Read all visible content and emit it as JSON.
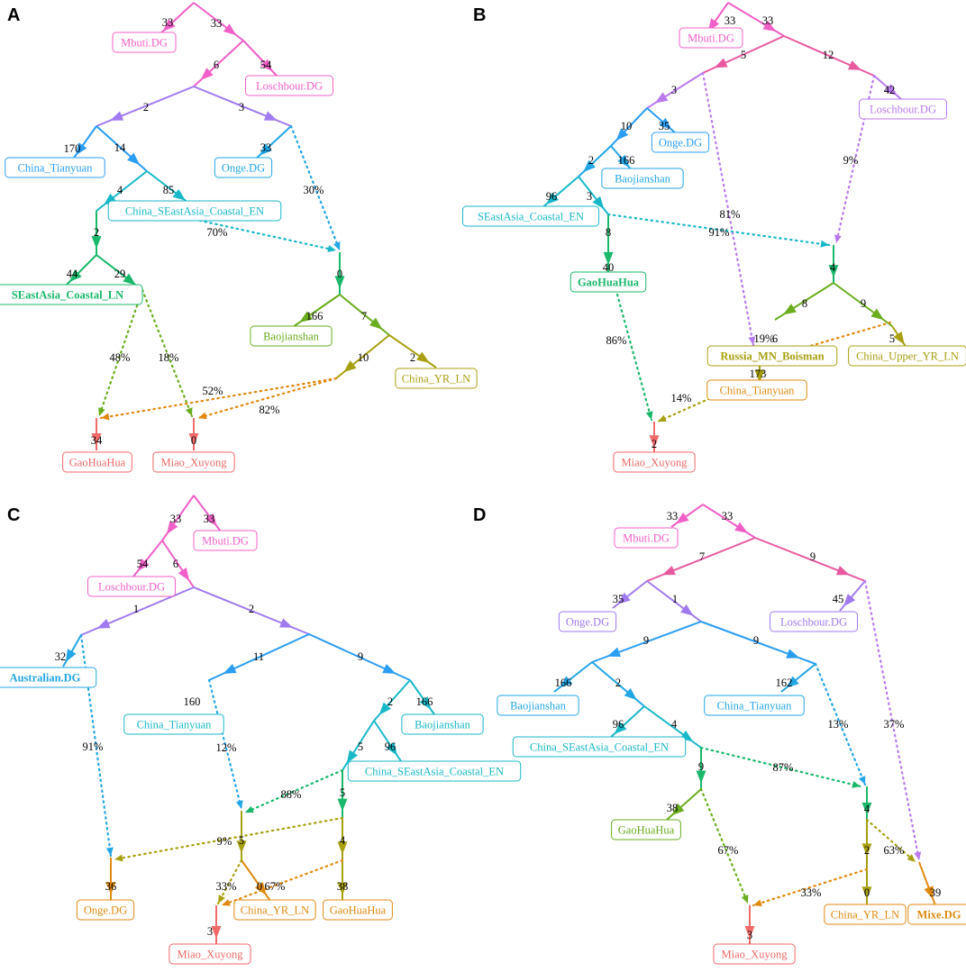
{
  "panel_labels": {
    "a": "A",
    "b": "B",
    "c": "C",
    "d": "D"
  },
  "colors": {
    "pink": "#f060c8",
    "magenta": "#e85aa0",
    "violet": "#a07af0",
    "purple": "#b97af0",
    "blue": "#2a9df4",
    "sky": "#22a6e6",
    "teal": "#18b8c8",
    "cyan": "#1ec0c0",
    "green": "#1ab86a",
    "lime": "#6aad1e",
    "olive": "#a8a010",
    "orange": "#e08a10",
    "red": "#f06a6a"
  },
  "nodes": {
    "a_mbuti": "Mbuti.DG",
    "a_loschbour": "Loschbour.DG",
    "a_tianyuan": "China_Tianyuan",
    "a_onge": "Onge.DG",
    "a_sea_en": "China_SEastAsia_Coastal_EN",
    "a_sea_ln": "SEastAsia_Coastal_LN",
    "a_baojianshan": "Baojianshan",
    "a_yr_ln": "China_YR_LN",
    "a_gaohuahua": "GaoHuaHua",
    "a_miao": "Miao_Xuyong",
    "b_mbuti": "Mbuti.DG",
    "b_loschbour": "Loschbour.DG",
    "b_onge": "Onge.DG",
    "b_baojianshan": "Baojianshan",
    "b_sea_en": "SEastAsia_Coastal_EN",
    "b_gaohuahua": "GaoHuaHua",
    "b_boisman": "Russia_MN_Boisman",
    "b_upper_yr": "China_Upper_YR_LN",
    "b_tianyuan": "China_Tianyuan",
    "b_miao": "Miao_Xuyong",
    "c_loschbour": "Loschbour.DG",
    "c_mbuti": "Mbuti.DG",
    "c_australian": "Australian.DG",
    "c_tianyuan": "China_Tianyuan",
    "c_baojianshan": "Baojianshan",
    "c_sea_en": "China_SEastAsia_Coastal_EN",
    "c_onge": "Onge.DG",
    "c_yr_ln": "China_YR_LN",
    "c_gaohuahua": "GaoHuaHua",
    "c_miao": "Miao_Xuyong",
    "d_mbuti": "Mbuti.DG",
    "d_onge": "Onge.DG",
    "d_loschbour": "Loschbour.DG",
    "d_baojianshan": "Baojianshan",
    "d_tianyuan": "China_Tianyuan",
    "d_sea_en": "China_SEastAsia_Coastal_EN",
    "d_gaohuahua": "GaoHuaHua",
    "d_yr_ln": "China_YR_LN",
    "d_mixe": "Mixe.DG",
    "d_miao": "Miao_Xuyong"
  },
  "edge_labels": {
    "a1": "33",
    "a2": "33",
    "a3": "6",
    "a4": "54",
    "a5": "2",
    "a6": "3",
    "a7": "170",
    "a8": "14",
    "a9": "33",
    "a10": "4",
    "a11": "85",
    "a12": "2",
    "a13": "44",
    "a14": "29",
    "a15": "0",
    "a16": "166",
    "a17": "7",
    "a18": "10",
    "a19": "2",
    "a20": "34",
    "a21": "0",
    "a22": "30%",
    "a23": "70%",
    "a24": "48%",
    "a25": "18%",
    "a26": "52%",
    "a27": "82%",
    "b1": "33",
    "b2": "33",
    "b3": "5",
    "b4": "12",
    "b5": "42",
    "b6": "3",
    "b7": "10",
    "b8": "35",
    "b9": "2",
    "b10": "166",
    "b11": "96",
    "b12": "3",
    "b13": "8",
    "b14": "40",
    "b15": "4",
    "b16": "8",
    "b17": "9",
    "b18": "5",
    "b19": "19%",
    "b20": "6",
    "b21": "173",
    "b22": "2",
    "b23": "81%",
    "b24": "91%",
    "b25": "9%",
    "b26": "86%",
    "b27": "14%",
    "c1": "33",
    "c2": "33",
    "c3": "54",
    "c4": "6",
    "c5": "1",
    "c6": "2",
    "c7": "32",
    "c8": "11",
    "c9": "9",
    "c10": "160",
    "c11": "2",
    "c12": "166",
    "c13": "5",
    "c14": "96",
    "c15": "5",
    "c16": "5",
    "c17": "4",
    "c18": "36",
    "c19": "0",
    "c20": "38",
    "c21": "3",
    "c22": "91%",
    "c23": "12%",
    "c24": "88%",
    "c25": "9%",
    "c26": "33%",
    "c27": "67%",
    "d1": "33",
    "d2": "33",
    "d3": "7",
    "d4": "9",
    "d5": "35",
    "d6": "1",
    "d7": "45",
    "d8": "9",
    "d9": "9",
    "d10": "166",
    "d11": "2",
    "d12": "162",
    "d13": "96",
    "d14": "4",
    "d15": "9",
    "d16": "38",
    "d17": "4",
    "d18": "2",
    "d19": "0",
    "d20": "39",
    "d21": "3",
    "d22": "13%",
    "d23": "37%",
    "d24": "87%",
    "d25": "67%",
    "d26": "33%",
    "d27": "63%"
  }
}
